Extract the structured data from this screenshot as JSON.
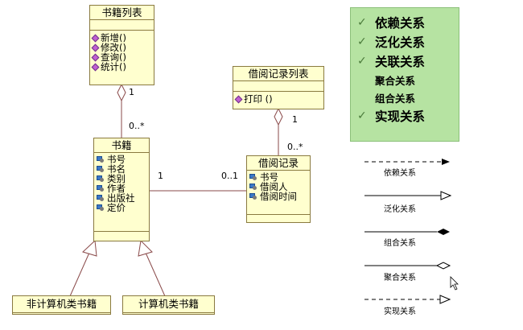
{
  "classes": {
    "book_list": {
      "name": "书籍列表",
      "operations": [
        "新增()",
        "修改()",
        "查询()",
        "统计()"
      ]
    },
    "borrow_list": {
      "name": "借阅记录列表",
      "operations": [
        "打印 ()"
      ]
    },
    "book": {
      "name": "书籍",
      "attributes": [
        "书号",
        "书名",
        "类别",
        "作者",
        "出版社",
        "定价"
      ]
    },
    "borrow_record": {
      "name": "借阅记录",
      "attributes": [
        "书号",
        "借阅人",
        "借阅时间"
      ]
    },
    "non_computer_book": {
      "name": "非计算机类书籍"
    },
    "computer_book": {
      "name": "计算机类书籍"
    }
  },
  "multiplicities": {
    "booklist_top": "1",
    "booklist_bottom": "0..*",
    "borrowlist_top": "1",
    "borrowlist_bottom": "0..*",
    "book_side": "1",
    "record_side": "0..1"
  },
  "relation_box": {
    "items": [
      {
        "label": "依赖关系",
        "checked": true,
        "size": "big"
      },
      {
        "label": "泛化关系",
        "checked": true,
        "size": "big"
      },
      {
        "label": "关联关系",
        "checked": true,
        "size": "big"
      },
      {
        "label": "聚合关系",
        "checked": false,
        "size": "small"
      },
      {
        "label": "组合关系",
        "checked": false,
        "size": "small"
      },
      {
        "label": "实现关系",
        "checked": true,
        "size": "big"
      }
    ],
    "check_glyph": "✓",
    "bg_color": "#b6e3a2"
  },
  "legend": {
    "dependency": "依赖关系",
    "generalization": "泛化关系",
    "composition": "组合关系",
    "aggregation": "聚合关系",
    "realization": "实现关系"
  }
}
